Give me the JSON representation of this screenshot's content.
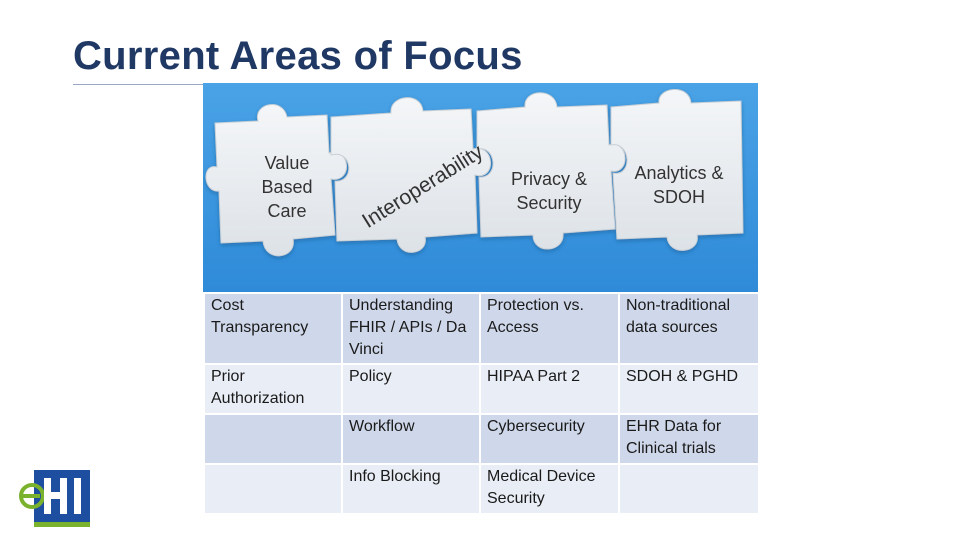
{
  "slide": {
    "title": "Current Areas of Focus"
  },
  "puzzle": {
    "pieces": [
      {
        "label_lines": [
          "Value",
          "Based",
          "Care"
        ]
      },
      {
        "label": "Interoperability"
      },
      {
        "label_lines": [
          "Privacy &",
          "Security"
        ]
      },
      {
        "label_lines": [
          "Analytics &",
          "SDOH"
        ]
      }
    ]
  },
  "table": {
    "rows": [
      [
        "Cost Transparency",
        "Understanding FHIR / APIs / Da Vinci",
        "Protection vs. Access",
        "Non-traditional data sources"
      ],
      [
        "Prior Authorization",
        "Policy",
        "HIPAA Part 2",
        "SDOH & PGHD"
      ],
      [
        "",
        "Workflow",
        "Cybersecurity",
        "EHR Data for Clinical trials"
      ],
      [
        "",
        "Info Blocking",
        "Medical Device Security",
        ""
      ]
    ]
  },
  "logo": {
    "text": "eHI"
  },
  "colors": {
    "title": "#1f3864",
    "panel": "#3a95de",
    "row_dark": "#cfd8ea",
    "row_light": "#e9edf6",
    "logo_blue": "#1e4ea0",
    "logo_green": "#7ab22e"
  }
}
